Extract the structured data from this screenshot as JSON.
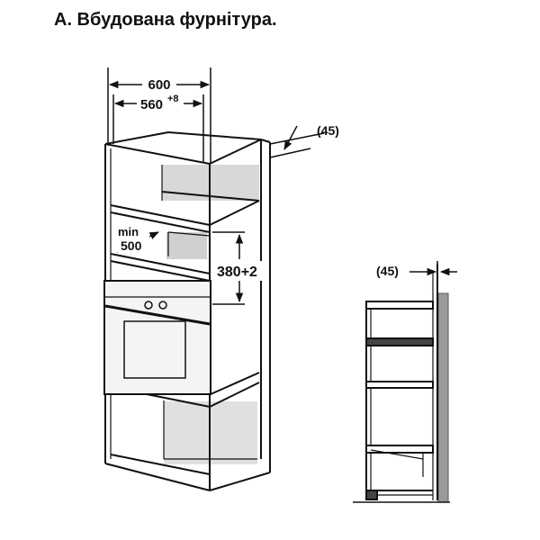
{
  "title": "А. Вбудована фурнітура.",
  "dimensions": {
    "width_outer": "600",
    "width_inner": "560",
    "width_inner_tol": "+8",
    "depth_gap": "(45)",
    "min_label": "min",
    "min_value": "500",
    "opening_height": "380+2",
    "side_gap": "(45)"
  }
}
